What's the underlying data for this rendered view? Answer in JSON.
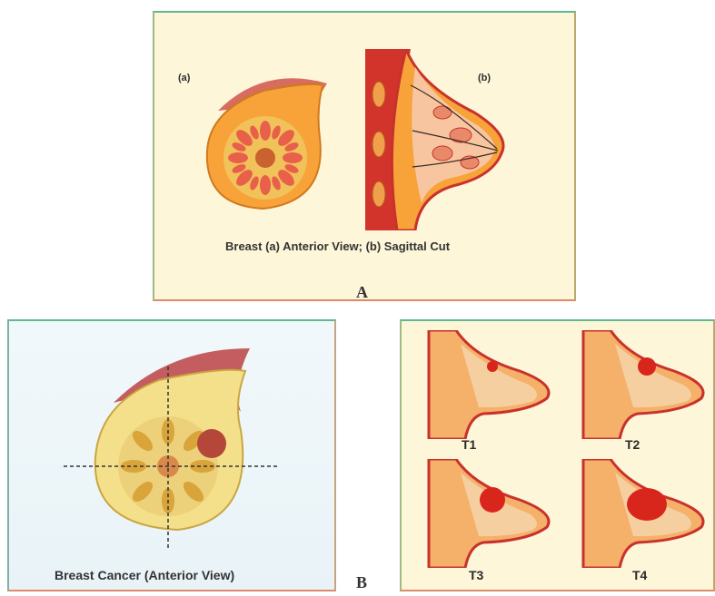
{
  "panel_a": {
    "label_a": "(a)",
    "label_b": "(b)",
    "caption": "Breast (a) Anterior View; (b) Sagittal Cut"
  },
  "panel_letters": {
    "a": "A",
    "b": "B"
  },
  "panel_b": {
    "caption": "Breast Cancer (Anterior View)"
  },
  "panel_c": {
    "stages": [
      "T1",
      "T2",
      "T3",
      "T4"
    ]
  },
  "colors": {
    "skin": "#f7b84a",
    "lobe": "#e8604a",
    "muscle": "#c22a24",
    "tumor": "#d9261c",
    "fat": "#f5c969"
  }
}
